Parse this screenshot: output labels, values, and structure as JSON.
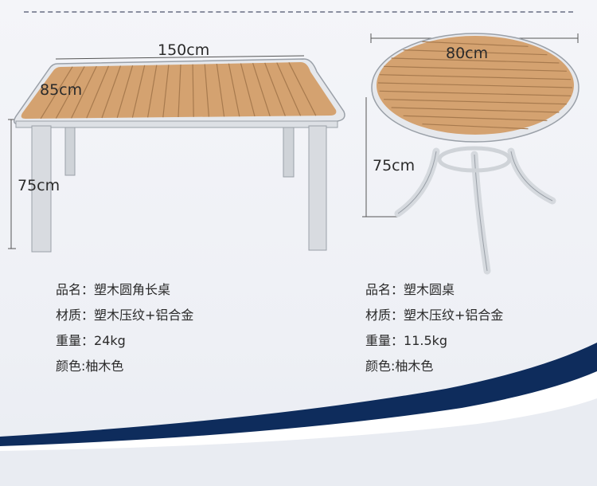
{
  "rect_table": {
    "width_label": "150cm",
    "depth_label": "85cm",
    "height_label": "75cm",
    "specs": [
      {
        "key": "品名：",
        "value": "塑木圆角长桌"
      },
      {
        "key": "材质：",
        "value": "塑木压纹+铝合金"
      },
      {
        "key": "重量：",
        "value": "24kg"
      },
      {
        "key": "颜色:",
        "value": "柚木色"
      }
    ]
  },
  "round_table": {
    "diameter_label": "80cm",
    "height_label": "75cm",
    "specs": [
      {
        "key": "品名：",
        "value": "塑木圆桌"
      },
      {
        "key": "材质：",
        "value": "塑木压纹+铝合金"
      },
      {
        "key": "重量：",
        "value": "11.5kg"
      },
      {
        "key": "颜色:",
        "value": "柚木色"
      }
    ]
  },
  "colors": {
    "wood": "#d4a270",
    "wood_line": "#a77a4e",
    "frame": "#e3e6ea",
    "frame_edge": "#9aa0a8",
    "navy": "#0e2c5c"
  }
}
